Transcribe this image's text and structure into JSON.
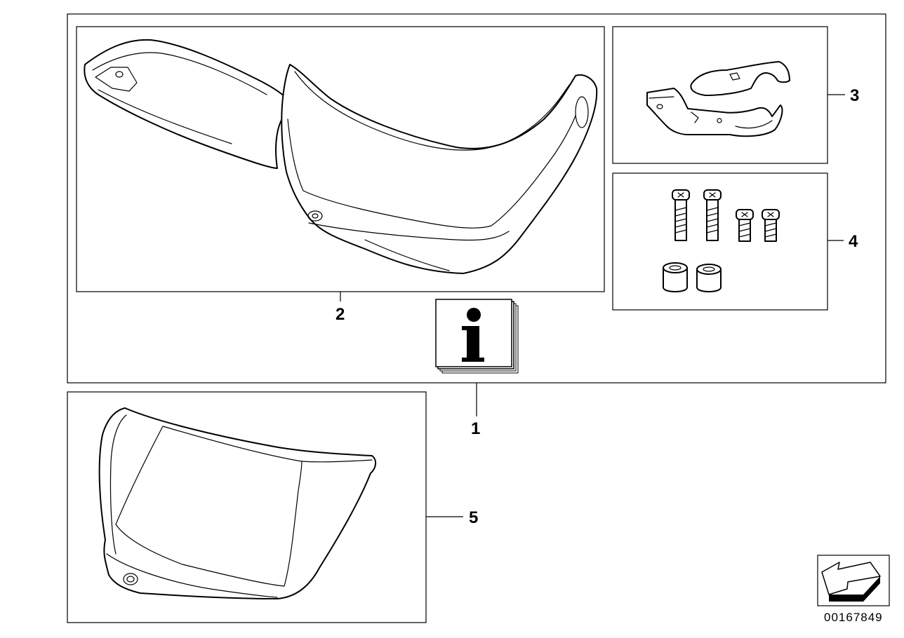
{
  "callouts": {
    "c1": "1",
    "c2": "2",
    "c3": "3",
    "c4": "4",
    "c5": "5"
  },
  "info_icon": {
    "glyph": "i",
    "icon": "info-icon"
  },
  "diagram_id": "00167849",
  "icons": {
    "direction": "arrow-left-icon"
  }
}
